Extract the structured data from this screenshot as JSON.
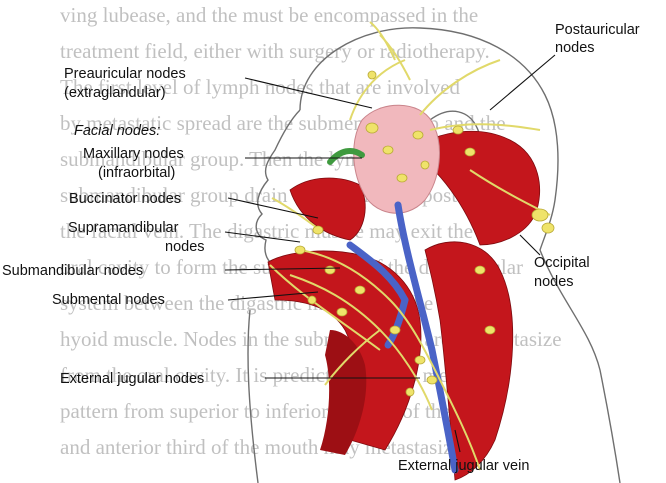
{
  "background_text_lines": [
    "ving lubease, and the  must be encompassed in the",
    "treatment field, either with surgery or radiotherapy.",
    "The first level of lymph nodes that are involved",
    "by metastatic spread are the submental group and the",
    "submandibular group. Then the lymph nodes of the",
    "submandibular group drain downward and posterior to",
    "the facial vein. The digastric muscle may exit the",
    "oral cavity to form the superior part of the deep jugular",
    "system between the digastric muscle and the omo-",
    "hyoid muscle. Nodes in the submandibular area metastasize",
    "from the oral cavity. It is predictable by its metastatic",
    "pattern from superior to inferior. Cancer of the lips",
    "and anterior third of the mouth may metastasize"
  ],
  "labels": {
    "postauricular": [
      "Postauricular",
      "nodes"
    ],
    "preauricular": [
      "Preauricular nodes",
      "(extraglandular)"
    ],
    "facial_heading": "Facial nodes:",
    "maxillary": [
      "Maxillary nodes",
      "(infraorbital)"
    ],
    "buccinator": "Buccinator nodes",
    "supramandibular": [
      "Supramandibular",
      "nodes"
    ],
    "submandibular": "Submandibular nodes",
    "submental": "Submental nodes",
    "occipital": [
      "Occipital",
      "nodes"
    ],
    "external_jugular_nodes": "External jugular nodes",
    "external_jugular_vein": "External jugular vein"
  },
  "colors": {
    "muscle": "#c4161c",
    "vein": "#4a63c7",
    "lymph_node": "#efe36a",
    "parotid_gland": "#f1b8bd"
  }
}
